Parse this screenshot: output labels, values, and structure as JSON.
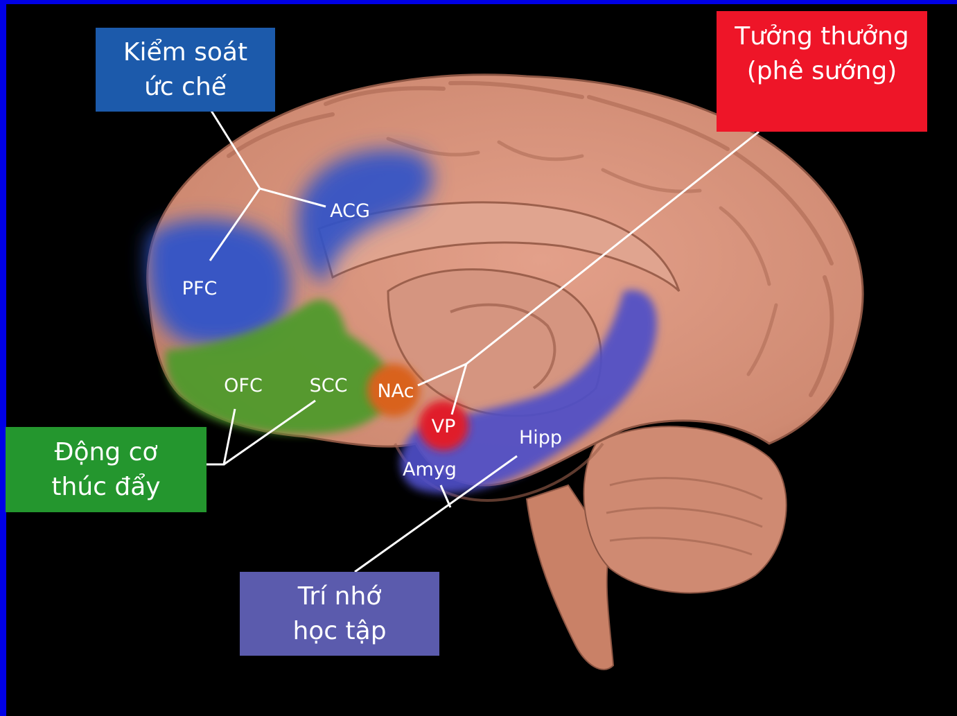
{
  "callouts": {
    "inhibitory_control": {
      "lines": [
        "Kiểm soát",
        "ức chế"
      ],
      "color": "#1c5aab"
    },
    "reward": {
      "lines": [
        "Tưởng thưởng",
        "(phê sướng)"
      ],
      "color": "#ee1528"
    },
    "motivation": {
      "lines": [
        "Động cơ",
        "thúc đẩy"
      ],
      "color": "#24962e"
    },
    "memory": {
      "lines": [
        "Trí nhớ",
        "học tập"
      ],
      "color": "#5b5bad"
    }
  },
  "regions": {
    "acg": "ACG",
    "pfc": "PFC",
    "ofc": "OFC",
    "scc": "SCC",
    "nac": "NAc",
    "vp": "VP",
    "hipp": "Hipp",
    "amyg": "Amyg"
  },
  "colors": {
    "brain": "#d9937a",
    "brain_shadow": "#b06e58",
    "control_region": "#2f52c8",
    "motivation_region": "#4f9a2c",
    "reward_nac": "#d9621e",
    "reward_vp": "#e01f2a",
    "memory_region": "#4e4ec8",
    "connector_lines": "#ffffff",
    "frame": "#0000e6"
  }
}
